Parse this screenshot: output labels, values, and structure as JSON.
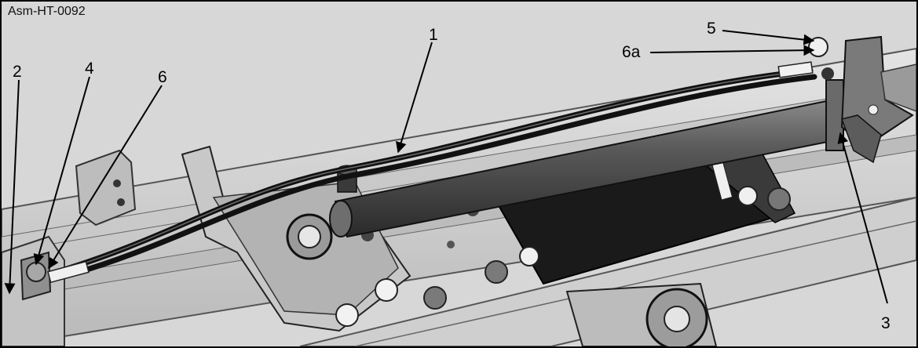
{
  "figure": {
    "id": "Asm-HT-0092",
    "callouts": [
      {
        "key": "c1",
        "label": "1"
      },
      {
        "key": "c2",
        "label": "2"
      },
      {
        "key": "c3",
        "label": "3"
      },
      {
        "key": "c4",
        "label": "4"
      },
      {
        "key": "c5",
        "label": "5"
      },
      {
        "key": "c6",
        "label": "6"
      },
      {
        "key": "c6a",
        "label": "6a"
      }
    ]
  }
}
